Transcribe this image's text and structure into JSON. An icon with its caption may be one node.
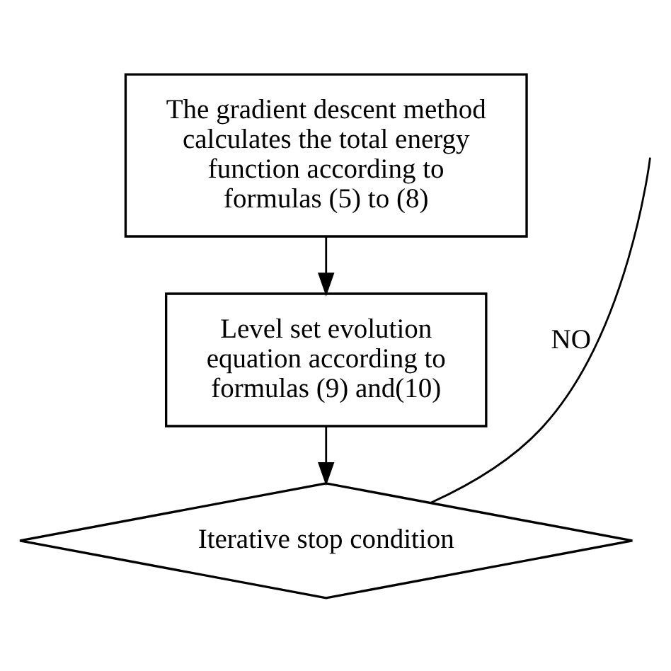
{
  "diagram": {
    "nodes": [
      {
        "text": [
          "The gradient descent method calculates the total energy function according to formulas (5) to (8)"
        ]
      },
      {
        "text": [
          "Level set evolution equation according to formulas (9) and(10)"
        ]
      },
      {
        "text": [
          "Iterative stop condition"
        ]
      }
    ],
    "edges": [
      {
        "from": 0,
        "to": 1,
        "arrow": "to"
      },
      {
        "from": 1,
        "to": 2,
        "arrow": "to"
      },
      {
        "from": 2,
        "to": null,
        "arrow": "none",
        "label": "NO"
      }
    ]
  }
}
